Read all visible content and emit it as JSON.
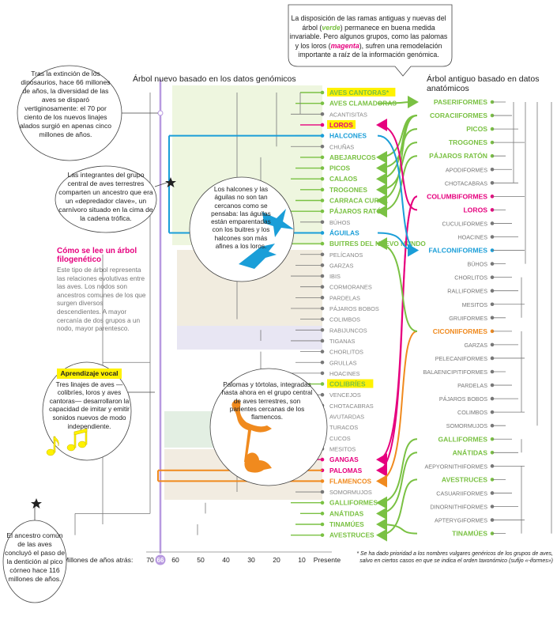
{
  "titles": {
    "new_tree": "Árbol nuevo basado en los datos genómicos",
    "old_tree_l1": "Árbol antiguo basado en datos",
    "old_tree_l2": "anatómicos"
  },
  "notes": {
    "top_a": "La disposición de las ramas antiguas y nuevas del árbol (",
    "top_green": "verde",
    "top_b": ") permanece en buena medida invariable. Pero algunos grupos, como las palomas y los loros (",
    "top_magenta": "magenta",
    "top_c": "), sufren una remodelación importante a raíz de la información genómica.",
    "dinos": "Tras la extinción de los dinosaurios, hace 66 millones de años, la diversidad de las aves se disparó vertiginosamente: el 70 por ciento de los nuevos linajes alados surgió en apenas cinco millones de años.",
    "predator": "Las integrantes del grupo central de aves terrestres comparten un ancestro que era un «depredador clave», un carnívoro situado en la cima de la cadena trófica.",
    "falcons": "Los halcones y las águilas no son tan cercanos como se pensaba: las águilas están emparentadas con los buitres y los halcones son más afines a los loros.",
    "pigeons": "Palomas y tórtolas, integradas hasta ahora en el grupo central de aves terrestres, son parientes cercanas de los flamencos.",
    "ancestor": "El ancestro común de las aves concluyó el paso de la dentición al pico córneo hace 116 millones de años."
  },
  "howto": {
    "title_l1": "Cómo se lee un árbol",
    "title_l2": "filogenético",
    "text": "Este tipo de árbol representa las relaciones evolutivas entre las aves. Los nodos son ancestros comunes de los que surgen diversos descendientes. A mayor cercanía de dos grupos a un nodo, mayor parentesco."
  },
  "vocal": {
    "badge": "Aprendizaje vocal",
    "text": "Tres linajes de aves —colibríes, loros y aves cantoras— desarrollaron la capacidad de imitar y emitir sonidos nuevos de modo independiente."
  },
  "axis": {
    "label": "Millones de años atrás:",
    "ticks": [
      "70",
      "66",
      "60",
      "50",
      "40",
      "30",
      "20",
      "10",
      "Presente"
    ]
  },
  "footnote": {
    "l1": "* Se ha dado prioridad a los nombres vulgares genéricos de los grupos de aves,",
    "l2": "salvo en ciertos casos en que se indica el orden taxonómico (sufijo «-iformes»)"
  },
  "colors": {
    "green": "#7ac143",
    "magenta": "#e6007e",
    "cyan": "#1a9ed8",
    "orange": "#f08a1e",
    "purple": "#b89ae0",
    "gray": "#5a5a5a",
    "yellow": "#fff200"
  },
  "new_tree_taxa": [
    {
      "name": "AVES CANTORAS*",
      "style": "vocal"
    },
    {
      "name": "AVES CLAMADORAS",
      "style": "green"
    },
    {
      "name": "ACANTISITAS",
      "style": "gray"
    },
    {
      "name": "LOROS",
      "style": "vocal-mag"
    },
    {
      "name": "HALCONES",
      "style": "cyan"
    },
    {
      "name": "CHUÑAS",
      "style": "gray"
    },
    {
      "name": "ABEJARUCOS",
      "style": "green"
    },
    {
      "name": "PICOS",
      "style": "green"
    },
    {
      "name": "CALAOS",
      "style": "green"
    },
    {
      "name": "TROGONES",
      "style": "green"
    },
    {
      "name": "CARRACA CUROL",
      "style": "green"
    },
    {
      "name": "PÁJAROS RATÓN",
      "style": "green"
    },
    {
      "name": "BÚHOS",
      "style": "gray"
    },
    {
      "name": "ÁGUILAS",
      "style": "cyan"
    },
    {
      "name": "BUITRES DEL NUEVO MUNDO",
      "style": "green"
    },
    {
      "name": "PELÍCANOS",
      "style": "gray"
    },
    {
      "name": "GARZAS",
      "style": "gray"
    },
    {
      "name": "IBIS",
      "style": "gray"
    },
    {
      "name": "CORMORANES",
      "style": "gray"
    },
    {
      "name": "PARDELAS",
      "style": "gray"
    },
    {
      "name": "PÁJAROS BOBOS",
      "style": "gray"
    },
    {
      "name": "COLIMBOS",
      "style": "gray"
    },
    {
      "name": "RABIJUNCOS",
      "style": "gray"
    },
    {
      "name": "TIGANAS",
      "style": "gray"
    },
    {
      "name": "CHORLITOS",
      "style": "gray"
    },
    {
      "name": "GRULLAS",
      "style": "gray"
    },
    {
      "name": "HOACINES",
      "style": "gray"
    },
    {
      "name": "COLIBRÍES",
      "style": "vocal"
    },
    {
      "name": "VENCEJOS",
      "style": "gray"
    },
    {
      "name": "CHOTACABRAS",
      "style": "gray"
    },
    {
      "name": "AVUTARDAS",
      "style": "gray"
    },
    {
      "name": "TURACOS",
      "style": "gray"
    },
    {
      "name": "CUCOS",
      "style": "gray"
    },
    {
      "name": "MESITOS",
      "style": "gray"
    },
    {
      "name": "GANGAS",
      "style": "magenta"
    },
    {
      "name": "PALOMAS",
      "style": "magenta"
    },
    {
      "name": "FLAMENCOS",
      "style": "orange"
    },
    {
      "name": "SOMORMUJOS",
      "style": "gray"
    },
    {
      "name": "GALLIFORMES",
      "style": "green"
    },
    {
      "name": "ANÁTIDAS",
      "style": "green"
    },
    {
      "name": "TINAMÚES",
      "style": "green"
    },
    {
      "name": "AVESTRUCES",
      "style": "green"
    }
  ],
  "old_tree_taxa": [
    {
      "name": "PASERIFORMES",
      "style": "green"
    },
    {
      "name": "CORACIIFORMES",
      "style": "green"
    },
    {
      "name": "PICOS",
      "style": "green"
    },
    {
      "name": "TROGONES",
      "style": "green"
    },
    {
      "name": "PÁJAROS RATÓN",
      "style": "green"
    },
    {
      "name": "APODIFORMES",
      "style": "gray"
    },
    {
      "name": "CHOTACABRAS",
      "style": "gray"
    },
    {
      "name": "COLUMBIFORMES",
      "style": "magenta"
    },
    {
      "name": "LOROS",
      "style": "magenta"
    },
    {
      "name": "CUCULIFORMES",
      "style": "gray"
    },
    {
      "name": "HOACINES",
      "style": "gray"
    },
    {
      "name": "FALCONIFORMES",
      "style": "cyan"
    },
    {
      "name": "BÚHOS",
      "style": "gray"
    },
    {
      "name": "CHORLITOS",
      "style": "gray"
    },
    {
      "name": "RALLIFORMES",
      "style": "gray"
    },
    {
      "name": "MESITOS",
      "style": "gray"
    },
    {
      "name": "GRUIFORMES",
      "style": "gray"
    },
    {
      "name": "CICONIIFORMES",
      "style": "orange"
    },
    {
      "name": "GARZAS",
      "style": "gray"
    },
    {
      "name": "PELECANIFORMES",
      "style": "gray"
    },
    {
      "name": "BALAENICIPITIFORMES",
      "style": "gray"
    },
    {
      "name": "PARDELAS",
      "style": "gray"
    },
    {
      "name": "PÁJAROS BOBOS",
      "style": "gray"
    },
    {
      "name": "COLIMBOS",
      "style": "gray"
    },
    {
      "name": "SOMORMUJOS",
      "style": "gray"
    },
    {
      "name": "GALLIFORMES",
      "style": "green"
    },
    {
      "name": "ANÁTIDAS",
      "style": "green"
    },
    {
      "name": "AEPYORNITHIFORMES",
      "style": "gray"
    },
    {
      "name": "AVESTRUCES",
      "style": "green"
    },
    {
      "name": "CASUARIIFORMES",
      "style": "gray"
    },
    {
      "name": "DINORNITHIFORMES",
      "style": "gray"
    },
    {
      "name": "APTERYGIFORMES",
      "style": "gray"
    },
    {
      "name": "TINAMÚES",
      "style": "green"
    }
  ]
}
